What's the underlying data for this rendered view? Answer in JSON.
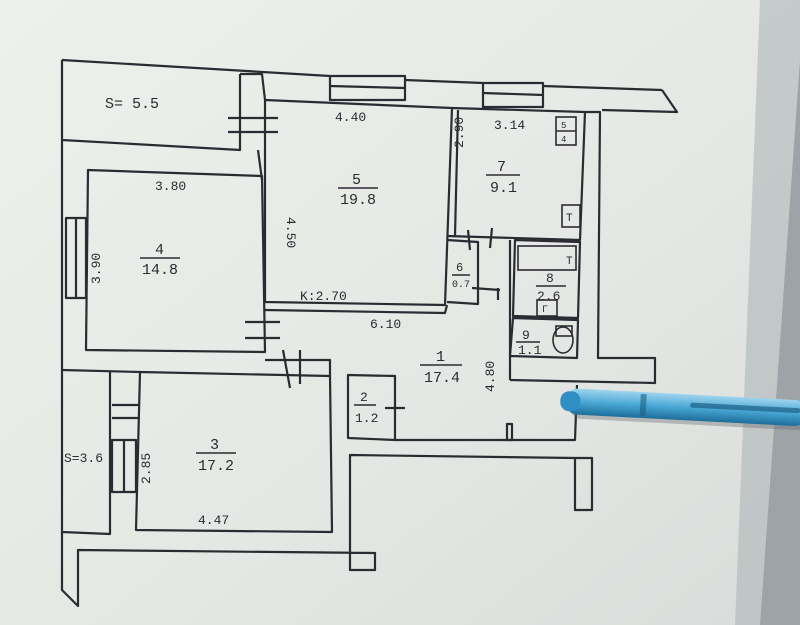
{
  "plan": {
    "balcony_top": "S= 5.5",
    "balcony_left": "S=3.6",
    "rooms": [
      {
        "num": "5",
        "area": "19.8"
      },
      {
        "num": "7",
        "area": "9.1"
      },
      {
        "num": "4",
        "area": "14.8"
      },
      {
        "num": "8",
        "area": "2.6"
      },
      {
        "num": "9",
        "area": "1.1"
      },
      {
        "num": "1",
        "area": "17.4"
      },
      {
        "num": "2",
        "area": "1.2"
      },
      {
        "num": "3",
        "area": "17.2"
      },
      {
        "num": "6",
        "area": "0.7"
      }
    ],
    "dims": {
      "d_440": "4.40",
      "d_314": "3.14",
      "d_380": "3.80",
      "d_450": "4.50",
      "d_290": "2.90",
      "d_390": "3.90",
      "d_k270": "K:2.70",
      "d_610": "6.10",
      "d_480": "4.80",
      "d_285": "2.85",
      "d_447": "4.47"
    },
    "fixtures": {
      "stove_a": "5",
      "stove_b": "4",
      "wc": "T",
      "sink": "T",
      "tub": "Γ"
    }
  },
  "colors": {
    "paper": "#e9ece8",
    "ink": "#2b2b33",
    "background": "#8e9296",
    "pen_body": "#4aa8d6",
    "pen_dark": "#1d5f86"
  }
}
